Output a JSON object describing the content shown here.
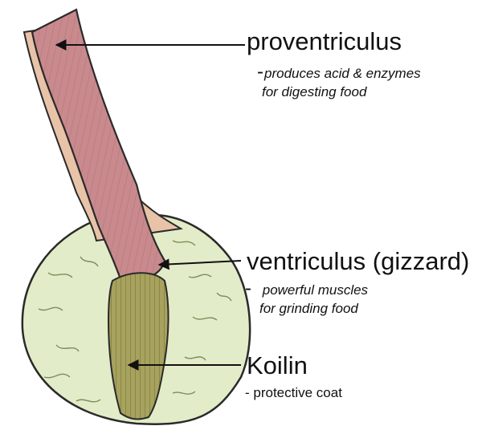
{
  "labels": {
    "proventriculus": {
      "name": "proventriculus",
      "dash": "-",
      "line1": "produces acid & enzymes",
      "line2": "for digesting food"
    },
    "ventriculus": {
      "name": "ventriculus (gizzard)",
      "dash": "-",
      "line1": "powerful muscles",
      "line2": "for grinding food"
    },
    "koilin": {
      "name": "Koilin",
      "desc": "- protective coat"
    }
  },
  "colors": {
    "proventriculus": "#c98a8e",
    "gizzard_wall": "#e3ecc8",
    "koilin": "#a7a35e",
    "outer_tissue": "#e9c3a8",
    "outline": "#2a2a2a"
  }
}
